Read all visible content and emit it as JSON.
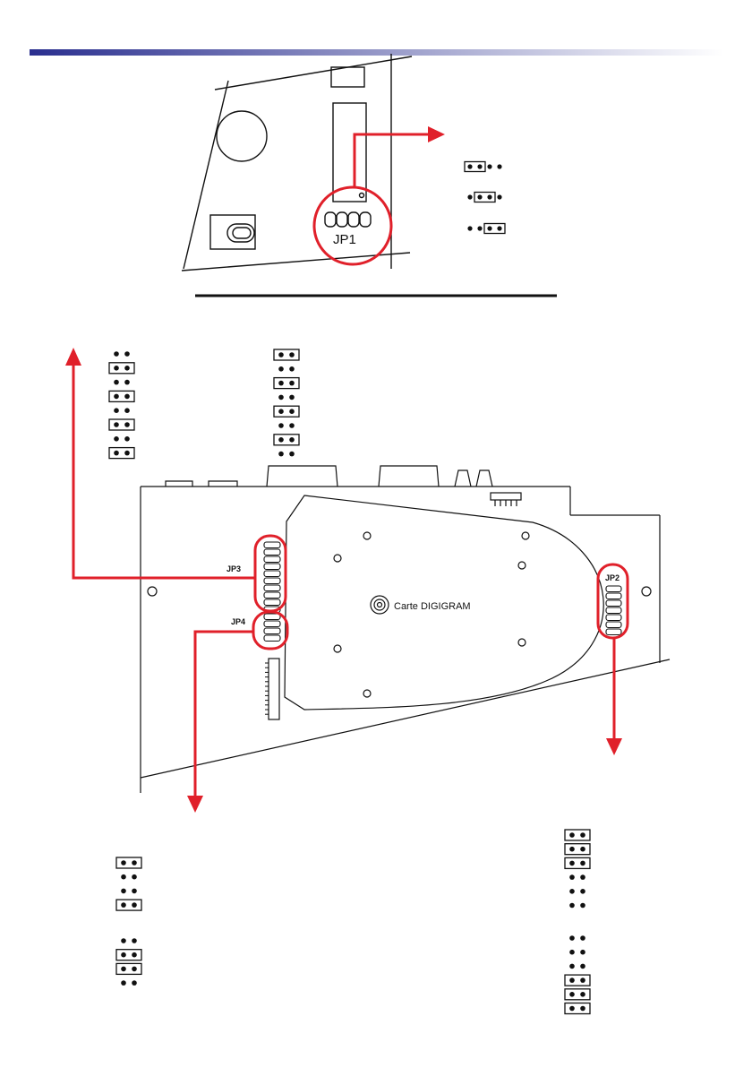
{
  "header": {
    "bar_gradient_from": "#2a2f8f",
    "bar_gradient_to": "#ffffff"
  },
  "colors": {
    "accent": "#e0202a",
    "line": "#111111"
  },
  "labels": {
    "jp1": "JP1",
    "jp2": "JP2",
    "jp3": "JP3",
    "jp4": "JP4",
    "card": "Carte DIGIGRAM"
  },
  "jp1_settings": [
    {
      "pins": 4,
      "jumper_start": 0
    },
    {
      "pins": 4,
      "jumper_start": 1
    },
    {
      "pins": 4,
      "jumper_start": 2
    }
  ],
  "pin_groups": {
    "jp3_group_a": [
      false,
      true,
      false,
      true,
      false,
      true,
      false,
      true
    ],
    "jp3_group_b": [
      true,
      false,
      true,
      false,
      true,
      false,
      true,
      false
    ],
    "jp4_group_a": [
      true,
      false,
      false,
      true
    ],
    "jp4_group_b": [
      false,
      true,
      true,
      false
    ],
    "jp2_group_a": [
      true,
      true,
      true,
      false,
      false,
      false
    ],
    "jp2_group_b": [
      false,
      false,
      false,
      true,
      true,
      true
    ]
  }
}
